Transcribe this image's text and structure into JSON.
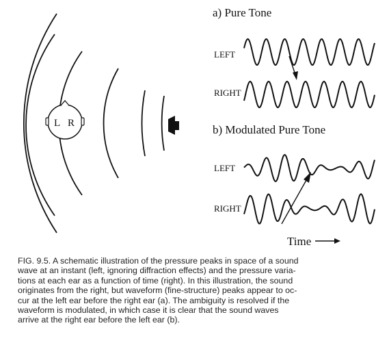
{
  "head": {
    "left_ear": "L",
    "right_ear": "R"
  },
  "panel_a": {
    "title": "a) Pure Tone",
    "left_label": "LEFT",
    "right_label": "RIGHT"
  },
  "panel_b": {
    "title": "b) Modulated Pure Tone",
    "left_label": "LEFT",
    "right_label": "RIGHT",
    "time_label": "Time"
  },
  "caption": {
    "lines": [
      "FIG. 9.5. A schematic illustration of the pressure peaks in space of a sound",
      "wave at an instant (left, ignoring diffraction effects) and the pressure varia-",
      "tions at each ear as a function of time (right). In this illustration, the sound",
      "originates from the right, but waveform (fine-structure) peaks appear to oc-",
      "cur at the left ear before the right ear (a). The ambiguity is resolved if the",
      "waveform is modulated, in which case it is clear that the sound waves",
      "arrive at the right ear before the left ear (b)."
    ]
  },
  "colors": {
    "ink": "#111111",
    "caption_ink": "#222222",
    "background": "#ffffff"
  },
  "icons": {
    "sound_source": "loudspeaker-icon"
  }
}
